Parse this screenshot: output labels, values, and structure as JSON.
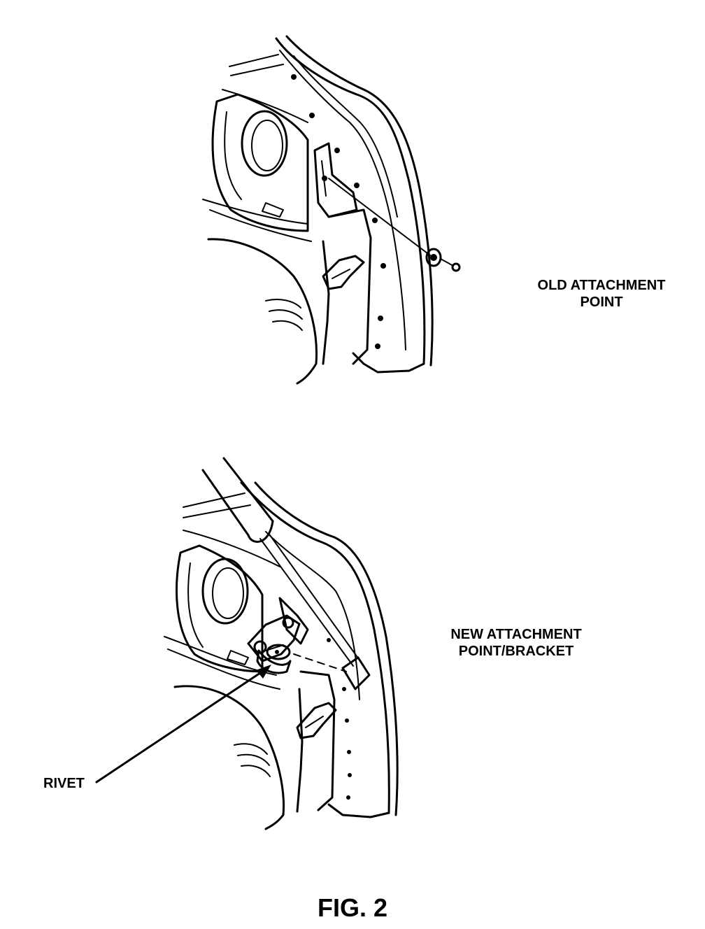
{
  "labels": {
    "old_attachment": [
      "OLD ATTACHMENT",
      "POINT"
    ],
    "new_attachment": [
      "NEW ATTACHMENT",
      "POINT/BRACKET"
    ],
    "rivet": "RIVET"
  },
  "caption": "FIG. 2",
  "colors": {
    "ink": "#000000",
    "paper": "#ffffff"
  }
}
